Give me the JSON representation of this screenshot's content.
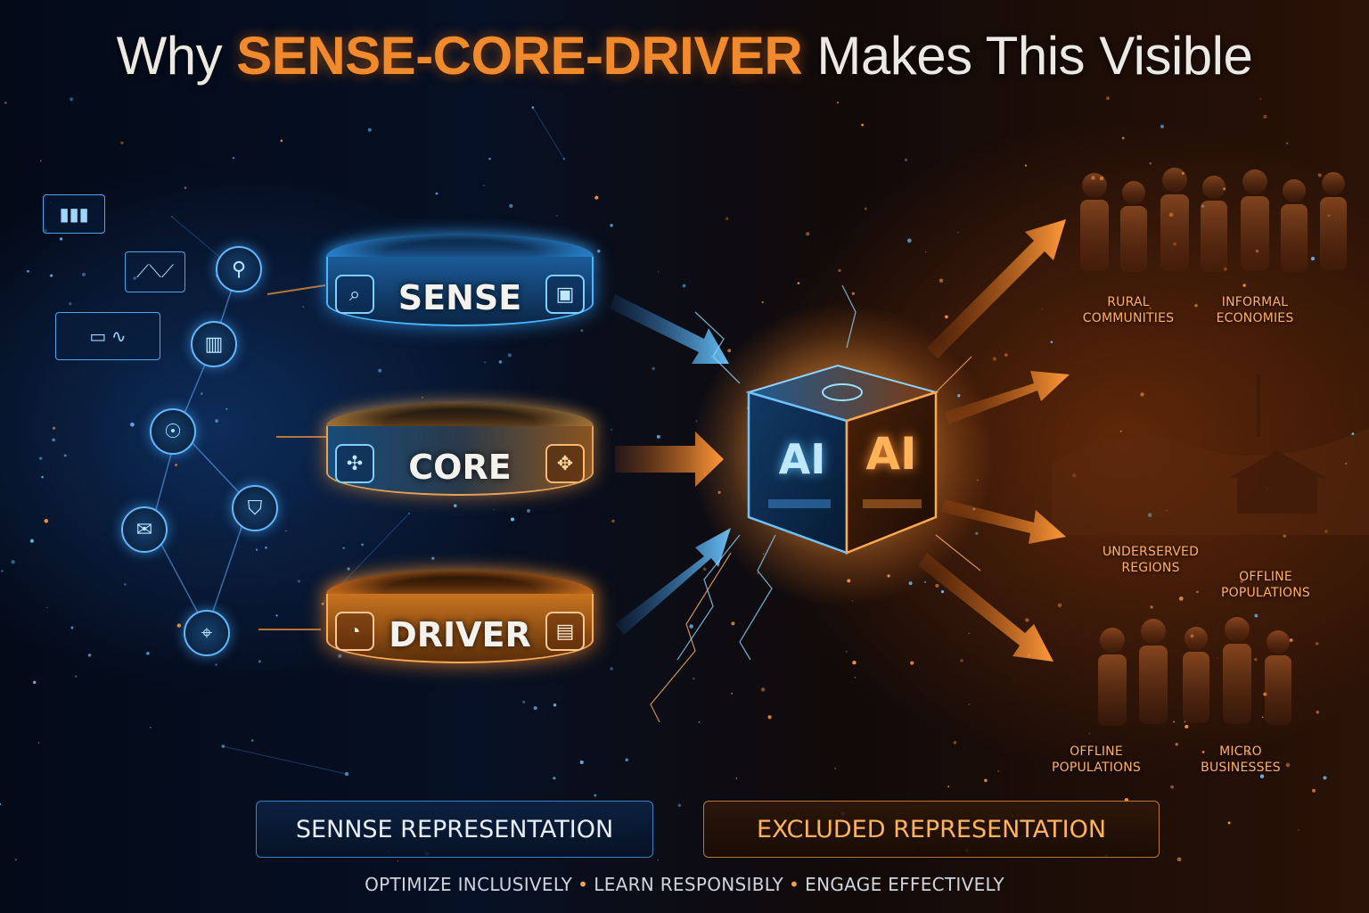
{
  "title": {
    "prefix": "Why",
    "highlight": "SENSE-CORE-DRIVER",
    "suffix": "Makes This Visible"
  },
  "layers": [
    {
      "label": "SENSE",
      "theme": "blue"
    },
    {
      "label": "CORE",
      "theme": "mixed"
    },
    {
      "label": "DRIVER",
      "theme": "orange"
    }
  ],
  "ai_cube": {
    "left_face": "AI",
    "right_face": "AI"
  },
  "regions": [
    {
      "lines": [
        "RURAL",
        "COMMUNITIES"
      ]
    },
    {
      "lines": [
        "INFORMAL",
        "ECONOMIES"
      ]
    },
    {
      "lines": [
        "UNDERSERVED",
        "REGIONS"
      ]
    },
    {
      "lines": [
        "OFFLINE",
        "POPULATIONS"
      ]
    },
    {
      "lines": [
        "OFFLINE",
        "POPULATIONS"
      ]
    },
    {
      "lines": [
        "MICRO",
        "BUSINESSES"
      ]
    }
  ],
  "legend": {
    "left": "SENNSE REPRESENTATION",
    "right": "EXCLUDED REPRESENTATION"
  },
  "tagline": [
    "OPTIMIZE INCLUSIVELY",
    "LEARN RESPONSIBLY",
    "ENGAGE EFFECTIVELY"
  ],
  "icons": {
    "sense_left": "magnifier-icon",
    "sense_right": "circuit-chip-icon",
    "core_left": "network-nodes-icon",
    "core_right": "connector-icon",
    "driver_left": "gauge-icon",
    "driver_right": "document-icon",
    "nodes": [
      "link-icon",
      "chart-icon",
      "user-search-icon",
      "shield-icon",
      "mail-icon",
      "location-pin-icon"
    ]
  },
  "colors": {
    "accent_orange": "#f08a2c",
    "accent_blue": "#49b4ff",
    "region_text": "#ffb064"
  }
}
